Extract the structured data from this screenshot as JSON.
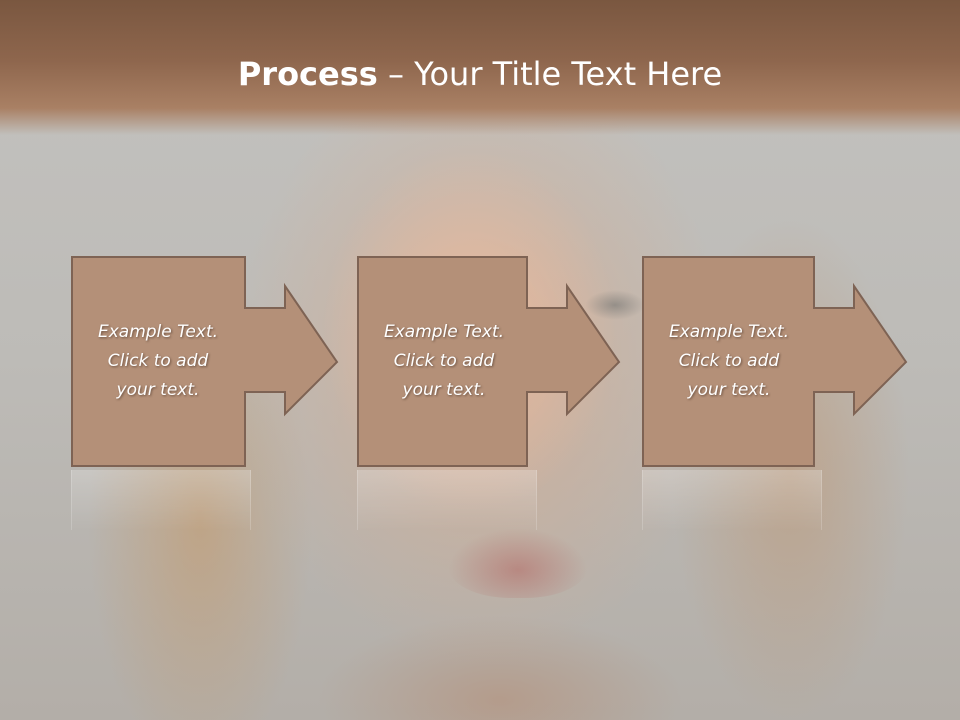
{
  "slide": {
    "title_bold": "Process",
    "title_rest": " – Your Title Text Here"
  },
  "steps": [
    {
      "text": "Example Text.\nClick  to add\nyour text."
    },
    {
      "text": "Example Text.\nClick  to add\nyour text."
    },
    {
      "text": "Example Text.\nClick  to add\nyour text."
    }
  ],
  "colors": {
    "header": "#8e664d",
    "box_fill": "#b49078",
    "box_stroke": "#7e6354",
    "text": "#ffffff"
  },
  "icons": {
    "step_arrow": "right-arrow-icon"
  }
}
